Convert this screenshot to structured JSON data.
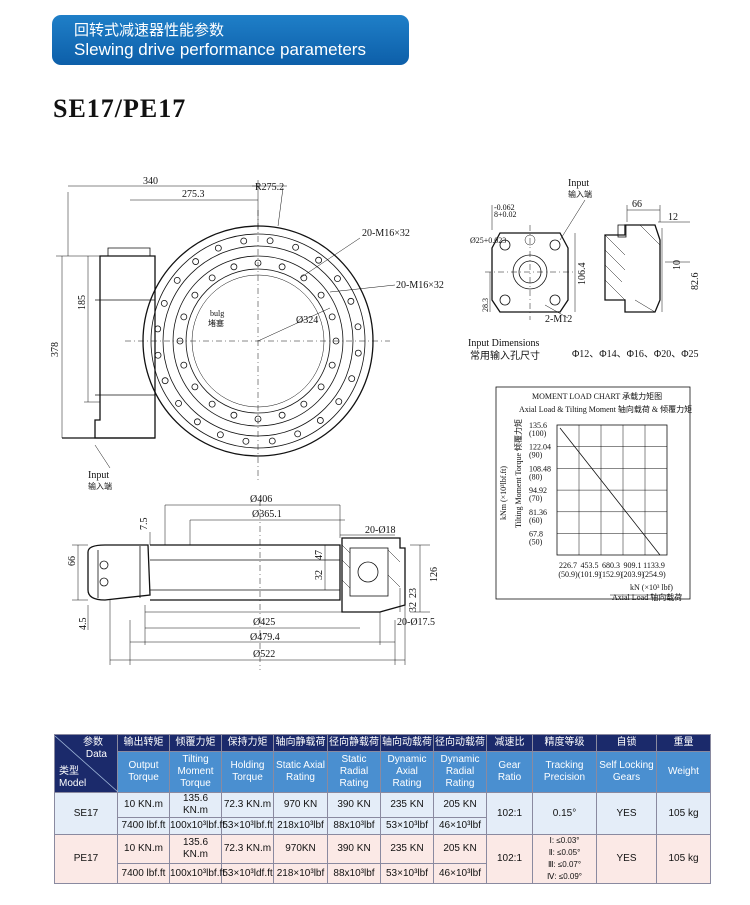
{
  "banner": {
    "title_cn": "回转式减速器性能参数",
    "title_en": "Slewing drive performance parameters"
  },
  "model_title": "SE17/PE17",
  "drawing": {
    "top_view": {
      "dim_340": "340",
      "dim_275_3": "275.3",
      "dim_r275_2": "R275.2",
      "bolt_1": "20-M16×32",
      "bolt_2": "20-M16×32",
      "dim_185": "185",
      "dim_378": "378",
      "dim_324": "Ø324",
      "bulge_cn": "bulg",
      "bulge_cn2": "堵塞",
      "input_en": "Input",
      "input_cn": "输入端"
    },
    "input_detail": {
      "input_en": "Input",
      "input_cn": "输入端",
      "key": "8+0.02",
      "key_tol": "-0.062",
      "bore": "Ø25+0.023",
      "dim_66": "66",
      "dim_12": "12",
      "dim_10": "10",
      "dim_82_6": "82.6",
      "dim_106_4": "106.4",
      "dim_28_3": "28.3",
      "m12": "2-M12",
      "dimensions_en": "Input Dimensions",
      "dimensions_cn": "常用输入孔尺寸",
      "bores": "Φ12、Φ14、Φ16、Φ20、Φ25"
    },
    "moment_chart": {
      "title": "MOMENT LOAD CHART 承载力矩图",
      "subtitle": "Axial Load & Tilting Moment 轴向载荷 & 倾覆力矩",
      "y_axis": "kNm (×10³lbf.ft)",
      "y_axis2": "Tilting Moment Torque 倾覆力矩",
      "y_ticks": [
        "135.6\n(100)",
        "122.04\n(90)",
        "108.48\n(80)",
        "94.92\n(70)",
        "81.36\n(60)",
        "67.8\n(50)"
      ],
      "x_ticks": [
        "226.7\n(50.9)",
        "453.5\n(101.9)",
        "680.3\n(152.9)",
        "909.1\n(203.9)",
        "1133.9\n(254.9)"
      ],
      "x_unit": "kN (×10³ lbf)",
      "x_axis": "Axial Load 轴向载荷"
    },
    "section_view": {
      "dim_406": "Ø406",
      "dim_365_1": "Ø365.1",
      "dim_18": "20-Ø18",
      "dim_7_5": "7.5",
      "dim_66": "66",
      "dim_47": "47",
      "dim_32": "32",
      "dim_126": "126",
      "dim_23": "23",
      "dim_32b": "32",
      "dim_4_5": "4.5",
      "dim_425": "Ø425",
      "dim_17_5": "20-Ø17.5",
      "dim_479_4": "Ø479.4",
      "dim_522": "Ø522"
    }
  },
  "table": {
    "corner_param_cn": "参数",
    "corner_data": "Data",
    "corner_model_cn": "类型",
    "corner_model": "Model",
    "headers_cn": [
      "输出转矩",
      "倾覆力矩",
      "保持力矩",
      "轴向静载荷",
      "径向静载荷",
      "轴向动载荷",
      "径向动载荷",
      "减速比",
      "精度等级",
      "自锁",
      "重量"
    ],
    "headers_en": [
      "Output Torque",
      "Tilting Moment Torque",
      "Holding Torque",
      "Static Axial Rating",
      "Static Radial Rating",
      "Dynamic Axial Rating",
      "Dynamic Radial Rating",
      "Gear Ratio",
      "Tracking Precision",
      "Self Locking Gears",
      "Weight"
    ],
    "rows": [
      {
        "model": "SE17",
        "line1": [
          "10 KN.m",
          "135.6 KN.m",
          "72.3 KN.m",
          "970 KN",
          "390 KN",
          "235 KN",
          "205 KN"
        ],
        "line2": [
          "7400 lbf.ft",
          "100x10³lbf.ft",
          "53×10³lbf.ft",
          "218x10³lbf",
          "88x10³lbf",
          "53×10³lbf",
          "46×10³lbf"
        ],
        "ratio": "102:1",
        "precision": "0.15°",
        "self_lock": "YES",
        "weight": "105 kg"
      },
      {
        "model": "PE17",
        "line1": [
          "10 KN.m",
          "135.6 KN.m",
          "72.3 KN.m",
          "970KN",
          "390 KN",
          "235 KN",
          "205 KN"
        ],
        "line2": [
          "7400 lbf.ft",
          "100x10³lbf.ft",
          "53×10³ldf.ft",
          "218×10³lbf",
          "88x10³lbf",
          "53×10³lbf",
          "46×10³lbf"
        ],
        "ratio": "102:1",
        "precision_lines": [
          "Ⅰ: ≤0.03°",
          "Ⅱ: ≤0.05°",
          "Ⅲ: ≤0.07°",
          "Ⅳ: ≤0.09°"
        ],
        "self_lock": "YES",
        "weight": "105 kg"
      }
    ]
  }
}
